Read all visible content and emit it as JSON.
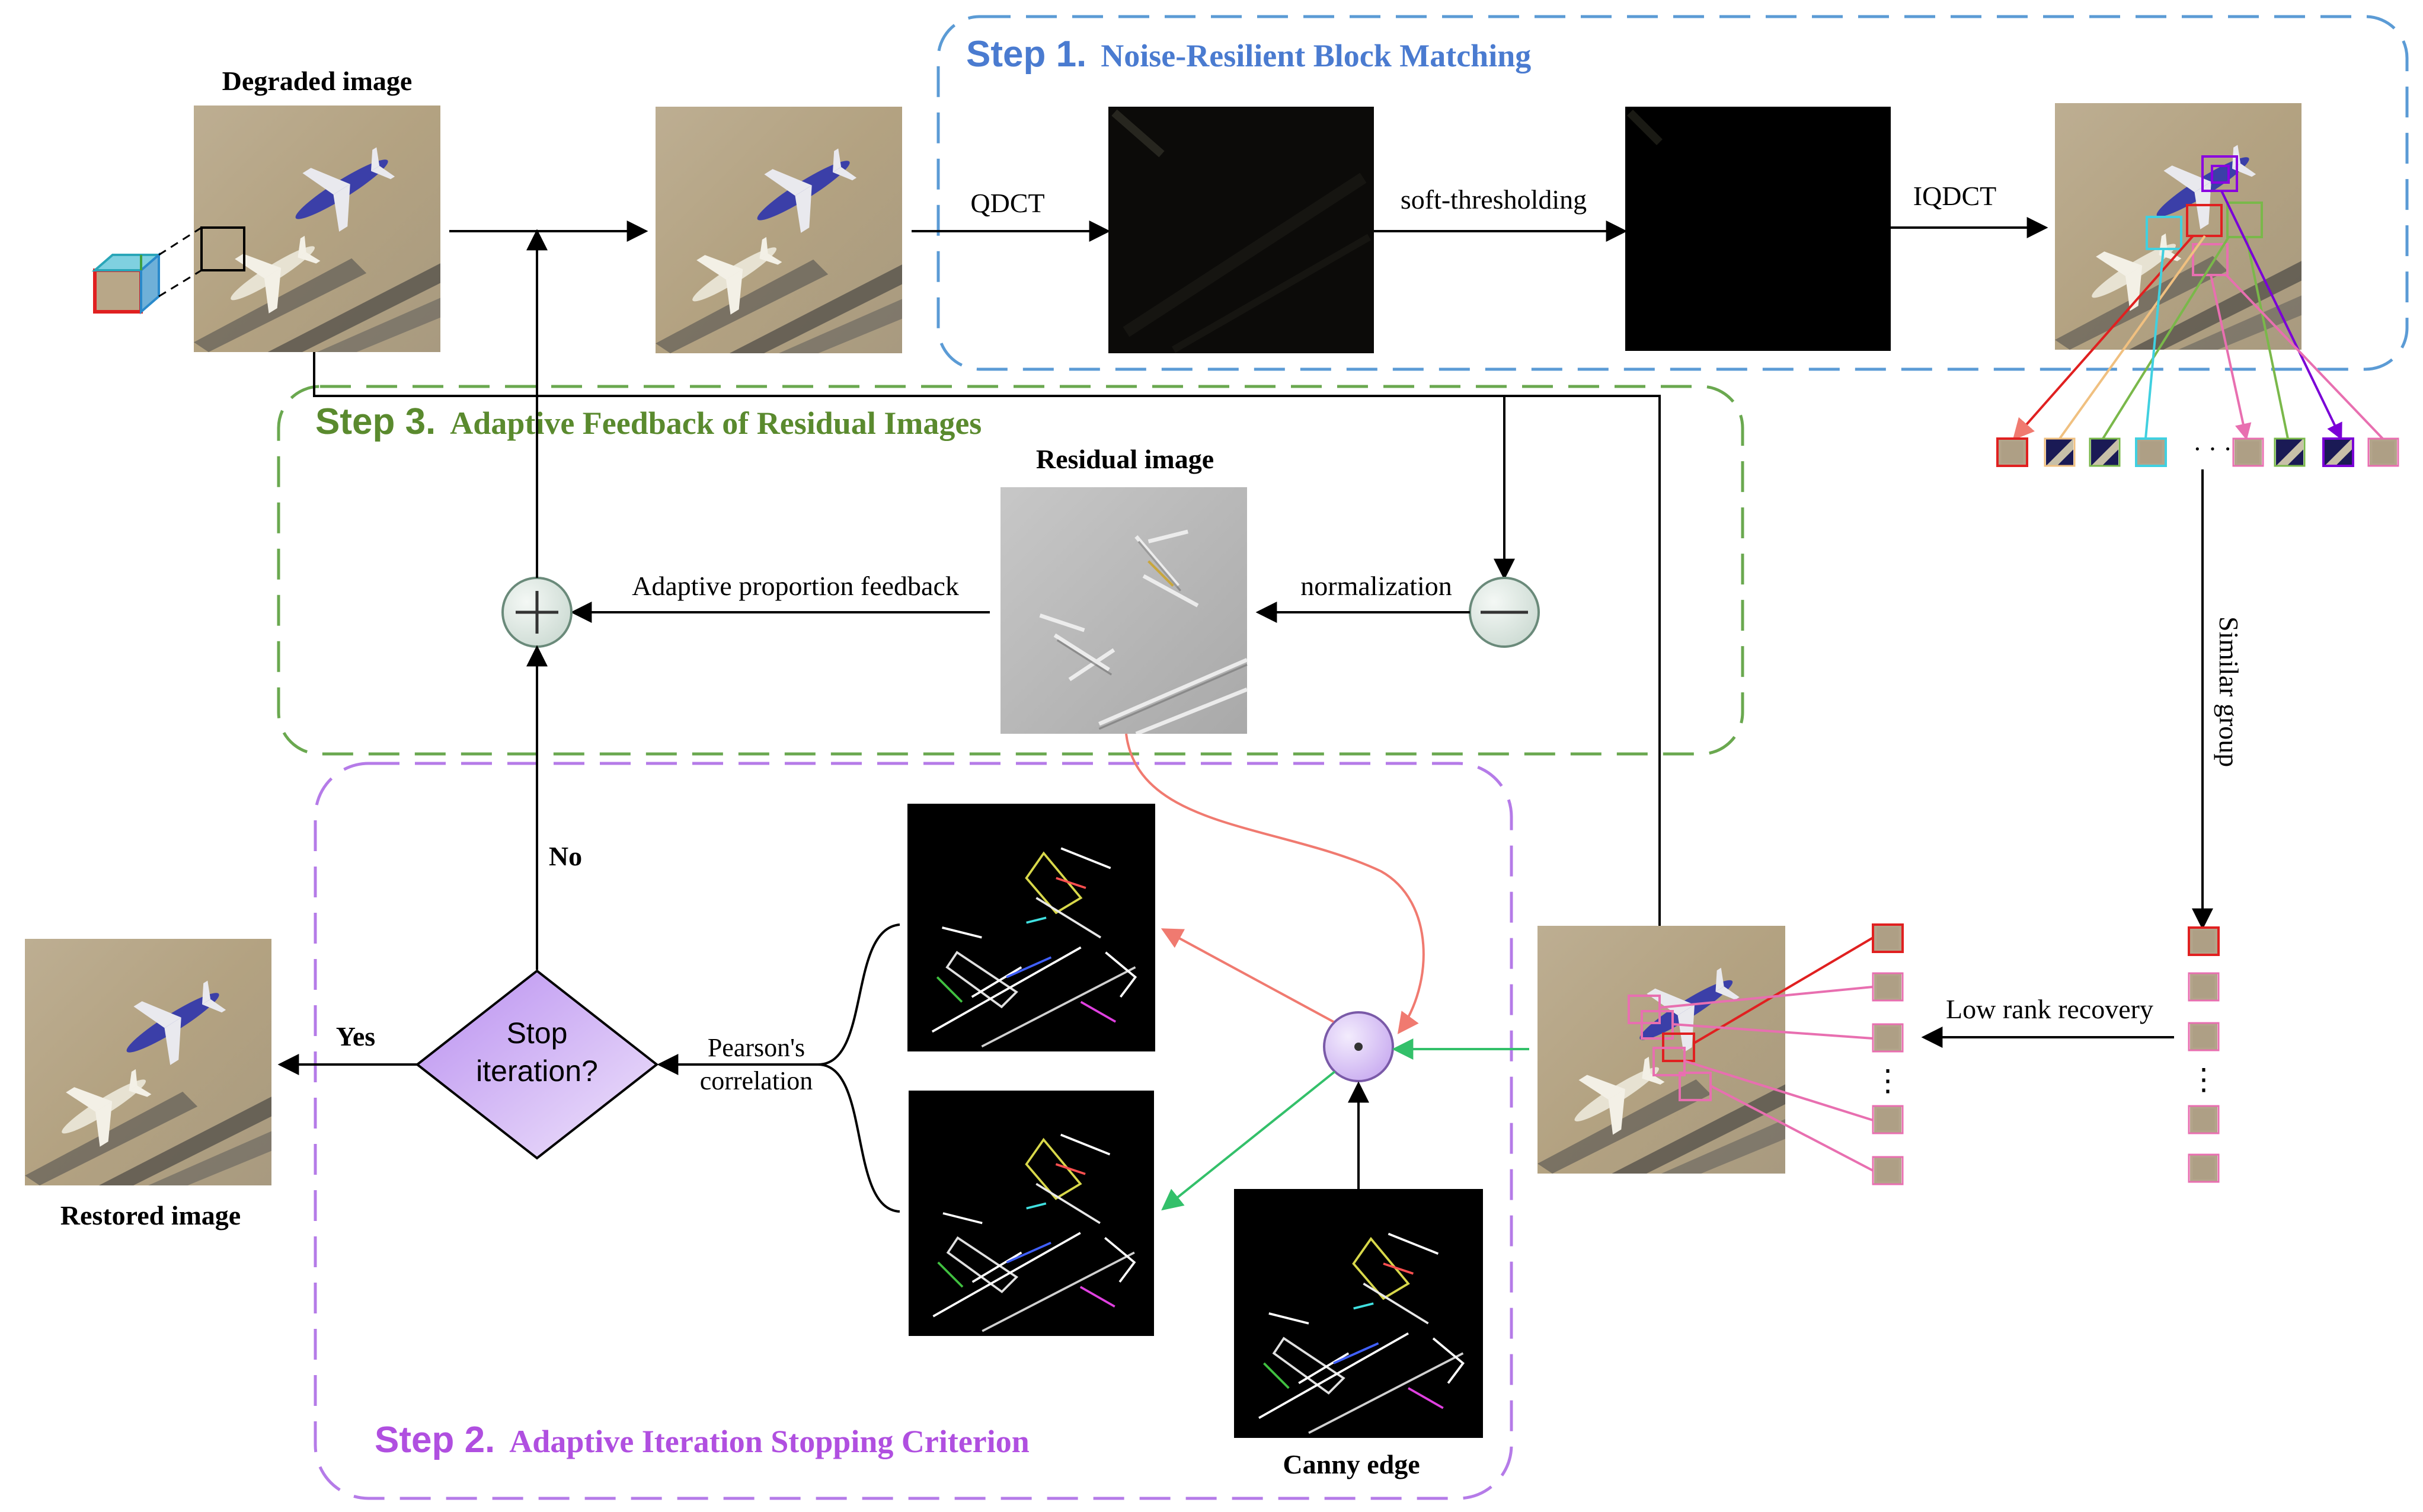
{
  "colors": {
    "step1": "#4a7bd0",
    "step1_border": "#5b9bd5",
    "step2": "#b04fe0",
    "step2_border": "#b57be8",
    "step3": "#5a8a2e",
    "step3_border": "#6aa84f",
    "aerial_sand": "#b8a788",
    "plane_blue": "#3b3fa8",
    "red_link": "#f07a70",
    "green_link": "#33c06a",
    "pink_patch": "#e86fb0",
    "decision_fill": "#c7a3f0"
  },
  "steps": {
    "step1": {
      "prefix": "Step 1.",
      "title": "Noise-Resilient Block Matching"
    },
    "step2": {
      "prefix": "Step 2.",
      "title": "Adaptive Iteration Stopping Criterion"
    },
    "step3": {
      "prefix": "Step 3.",
      "title": "Adaptive Feedback of Residual Images"
    }
  },
  "labels": {
    "degraded_image": "Degraded image",
    "qdct": "QDCT",
    "soft_thresholding": "soft-thresholding",
    "iqdct": "IQDCT",
    "residual_image": "Residual image",
    "adaptive_proportion_feedback": "Adaptive proportion feedback",
    "normalization": "normalization",
    "similar_group": "Similar group",
    "low_rank_recovery": "Low rank recovery",
    "no": "No",
    "yes": "Yes",
    "stop_iteration_line1": "Stop",
    "stop_iteration_line2": "iteration?",
    "pearsons_line1": "Pearson's",
    "pearsons_line2": "correlation",
    "restored_image": "Restored image",
    "canny_edge": "Canny edge",
    "ellipsis": "· · ·",
    "vertical_dots": "⋮"
  },
  "operators": {
    "add": "plus-operator",
    "subtract": "minus-operator",
    "multiply": "dot-operator"
  }
}
